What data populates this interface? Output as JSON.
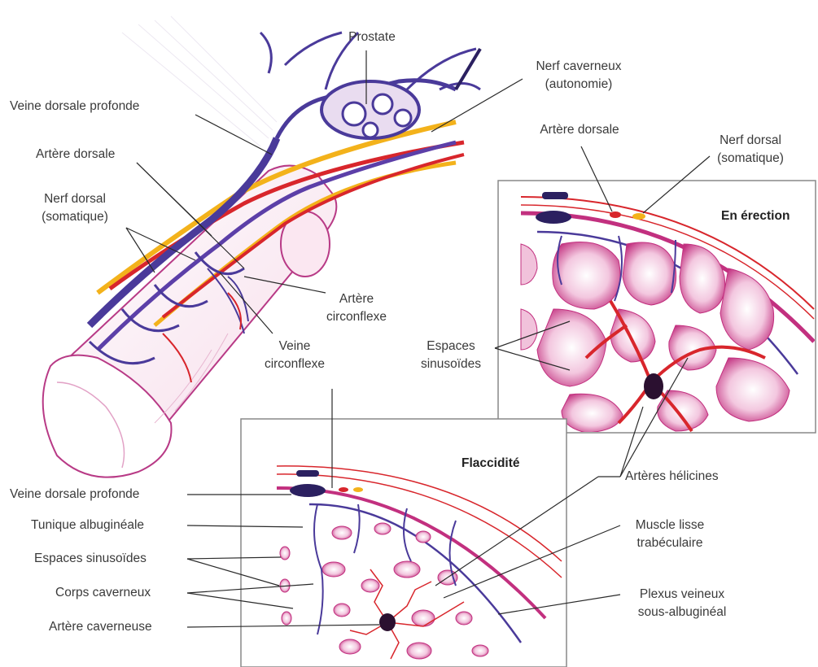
{
  "labels": {
    "prostate": "Prostate",
    "nerf_caverneux": "Nerf caverneux",
    "nerf_caverneux_sub": "(autonomie)",
    "veine_dorsale_profonde_top": "Veine dorsale profonde",
    "artere_dorsale_left": "Artère dorsale",
    "nerf_dorsal_left": "Nerf dorsal",
    "nerf_dorsal_left_sub": "(somatique)",
    "artere_circonflexe": "Artère",
    "artere_circonflexe_sub": "circonflexe",
    "veine_circonflexe": "Veine",
    "veine_circonflexe_sub": "circonflexe",
    "artere_dorsale_right": "Artère dorsale",
    "nerf_dorsal_right": "Nerf dorsal",
    "nerf_dorsal_right_sub": "(somatique)",
    "en_erection": "En érection",
    "espaces_sinusoides_right": "Espaces",
    "espaces_sinusoides_right_sub": "sinusoïdes",
    "flaccidite": "Flaccidité",
    "veine_dorsale_profonde_bottom": "Veine dorsale profonde",
    "tunique_albugineale": "Tunique albuginéale",
    "espaces_sinusoides_left": "Espaces sinusoïdes",
    "corps_caverneux": "Corps caverneux",
    "artere_caverneuse": "Artère caverneuse",
    "arteres_helicines": "Artères hélicines",
    "muscle_lisse": "Muscle lisse",
    "muscle_lisse_sub": "trabéculaire",
    "plexus_veineux": "Plexus veineux",
    "plexus_veineux_sub": "sous-albuginéal"
  },
  "colors": {
    "vein": "#4a3a9a",
    "artery": "#d8262c",
    "nerve": "#f3b21b",
    "tissue": "#c2307f",
    "tissue_light": "#f0c3dc"
  }
}
